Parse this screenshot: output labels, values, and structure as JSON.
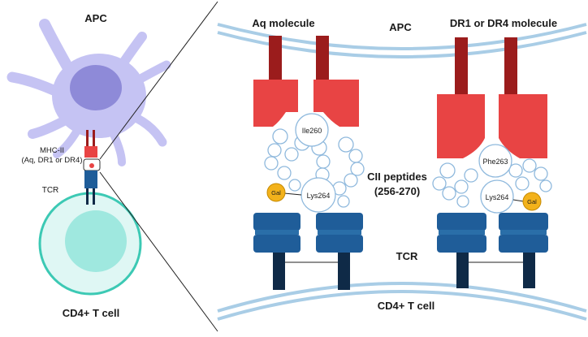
{
  "left": {
    "apc_label": "APC",
    "mhc_label_line1": "MHC-II",
    "mhc_label_line2": "(Aq, DR1 or DR4)",
    "tcr_label": "TCR",
    "tcell_label": "CD4+ T cell"
  },
  "right": {
    "apc_label": "APC",
    "aq_label": "Aq molecule",
    "dr_label": "DR1 or DR4 molecule",
    "peptides_line1": "CII peptides",
    "peptides_line2": "(256-270)",
    "tcr_label": "TCR",
    "tcell_label": "CD4+ T cell",
    "aq_residues": {
      "top": "Ile260",
      "bottom": "Lys264",
      "gal": "Gal"
    },
    "dr_residues": {
      "top": "Phe263",
      "bottom": "Lys264",
      "gal": "Gal"
    }
  },
  "colors": {
    "apc_body": "#c5c3f3",
    "apc_nucleus": "#8e8ad8",
    "mhc_red": "#e84444",
    "mhc_dark_red": "#9b1c1c",
    "tcr_blue": "#1f5d99",
    "tcr_dark": "#0f2a47",
    "membrane": "#a9cde6",
    "tcell_ring": "#3cc9b4",
    "tcell_fill": "#c9f3ee",
    "galactose": "#f3b21b",
    "peptide_outline": "#8fb9dd"
  }
}
